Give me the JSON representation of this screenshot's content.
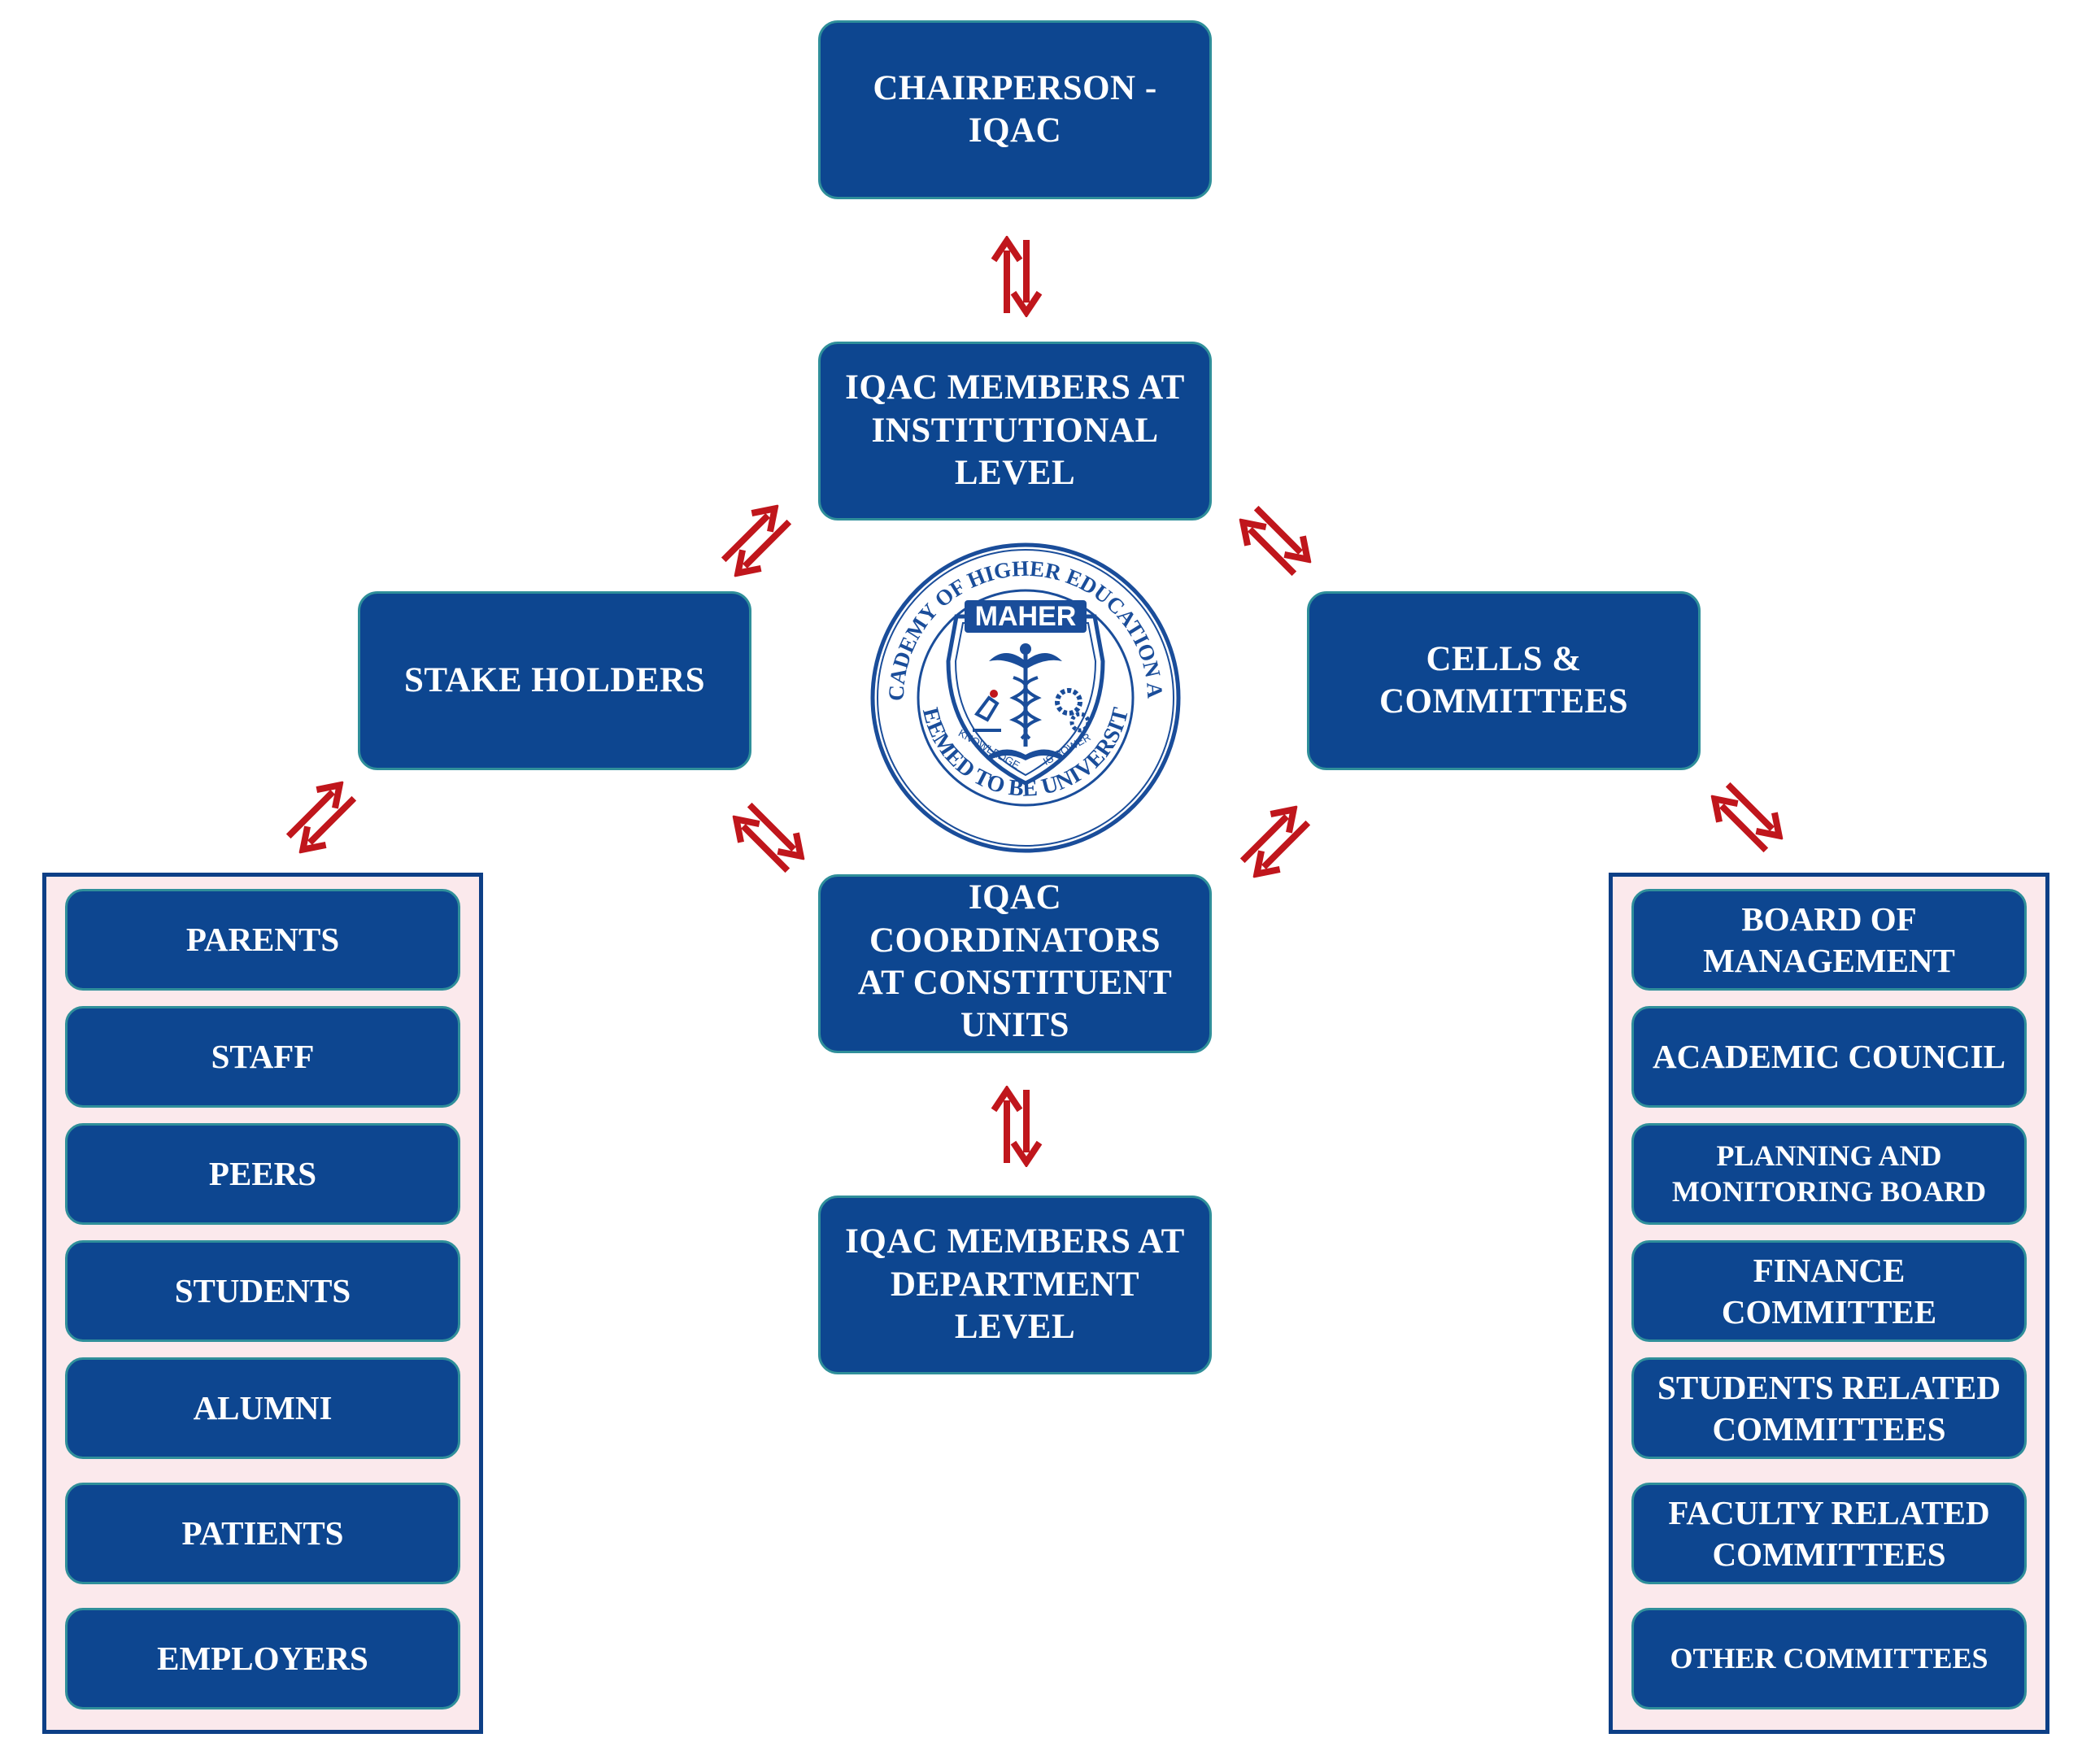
{
  "colors": {
    "box_fill": "#0d4690",
    "box_border": "#2f8f9a",
    "panel_fill": "#fbe9ec",
    "panel_border": "#0d3f86",
    "arrow": "#c0161c"
  },
  "nodes": {
    "chairperson": "CHAIRPERSON - IQAC",
    "institutional": "IQAC MEMBERS AT INSTITUTIONAL LEVEL",
    "stakeholders": "STAKE HOLDERS",
    "cells": "CELLS & COMMITTEES",
    "coordinators": "IQAC COORDINATORS AT CONSTITUENT UNITS",
    "department": "IQAC MEMBERS AT DEPARTMENT LEVEL"
  },
  "stakeholders_list": [
    "PARENTS",
    "STAFF",
    "PEERS",
    "STUDENTS",
    "ALUMNI",
    "PATIENTS",
    "EMPLOYERS"
  ],
  "committees_list": [
    "BOARD OF MANAGEMENT",
    "ACADEMIC COUNCIL",
    "PLANNING AND MONITORING BOARD",
    "FINANCE COMMITTEE",
    "STUDENTS RELATED COMMITTEES",
    "FACULTY RELATED COMMITTEES",
    "OTHER COMMITTEES"
  ],
  "logo": {
    "name": "MAHER",
    "ring_top": "MEENAKSHI ACADEMY OF HIGHER EDUCATION AND RESEARCH",
    "ring_bottom": "DEEMED TO BE UNIVERSITY",
    "motto_left": "KNOWLEDGE",
    "motto_right": "IS POWER"
  },
  "arrow_icon": "bidirectional-arrows-icon"
}
